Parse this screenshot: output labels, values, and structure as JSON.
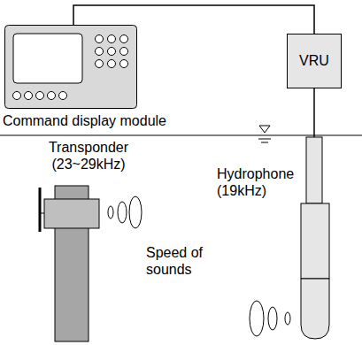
{
  "diagram": {
    "nodes": [
      {
        "text": [
          "Command display module"
        ]
      },
      {
        "text": [
          "VRU"
        ]
      },
      {
        "text": [
          "Transponder (23~29kHz)"
        ]
      },
      {
        "text": [
          "Hydrophone (19kHz)"
        ]
      }
    ],
    "edges": [
      {
        "from": 0,
        "to": 1,
        "arrow": "none"
      },
      {
        "from": 1,
        "to": 3,
        "arrow": "none"
      }
    ],
    "labels": [
      "Speed of sounds"
    ]
  }
}
